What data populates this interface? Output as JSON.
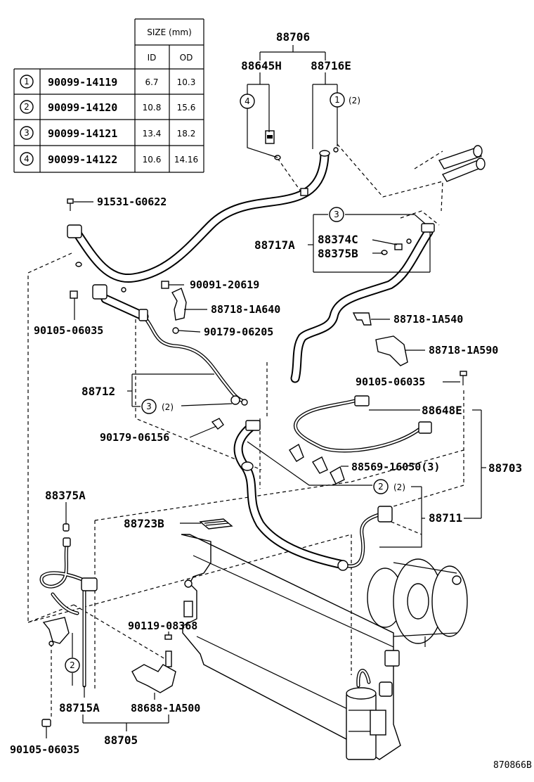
{
  "table": {
    "size_header": "SIZE (mm)",
    "id_header": "ID",
    "od_header": "OD",
    "rows": [
      {
        "num": "1",
        "part": "90099-14119",
        "id": "6.7",
        "od": "10.3"
      },
      {
        "num": "2",
        "part": "90099-14120",
        "id": "10.8",
        "od": "15.6"
      },
      {
        "num": "3",
        "part": "90099-14121",
        "id": "13.4",
        "od": "18.2"
      },
      {
        "num": "4",
        "part": "90099-14122",
        "id": "10.6",
        "od": "14.16"
      }
    ]
  },
  "labels": {
    "l88706": "88706",
    "l88645H": "88645H",
    "l88716E": "88716E",
    "l91531": "91531-G0622",
    "l88717A": "88717A",
    "l88374C": "88374C",
    "l88375B": "88375B",
    "l90091": "90091-20619",
    "l88718_1A640": "88718-1A640",
    "l90105_a": "90105-06035",
    "l90179_06205": "90179-06205",
    "l88718_1A540": "88718-1A540",
    "l88718_1A590": "88718-1A590",
    "l90105_b": "90105-06035",
    "l88712": "88712",
    "l88648E": "88648E",
    "l90179_06156": "90179-06156",
    "l88569": "88569-16050(3)",
    "l88703": "88703",
    "l88375A": "88375A",
    "l88723B": "88723B",
    "l88711": "88711",
    "l90119": "90119-08368",
    "l88715A": "88715A",
    "l88688": "88688-1A500",
    "l88705": "88705",
    "l90105_c": "90105-06035",
    "ref": "870866B"
  },
  "callouts": {
    "c4": "4",
    "c1": "1",
    "c1_qty": "(2)",
    "c3_top": "3",
    "c3_mid": "3",
    "c3_mid_qty": "(2)",
    "c2_mid": "2",
    "c2_mid_qty": "(2)",
    "c2_low": "2"
  }
}
